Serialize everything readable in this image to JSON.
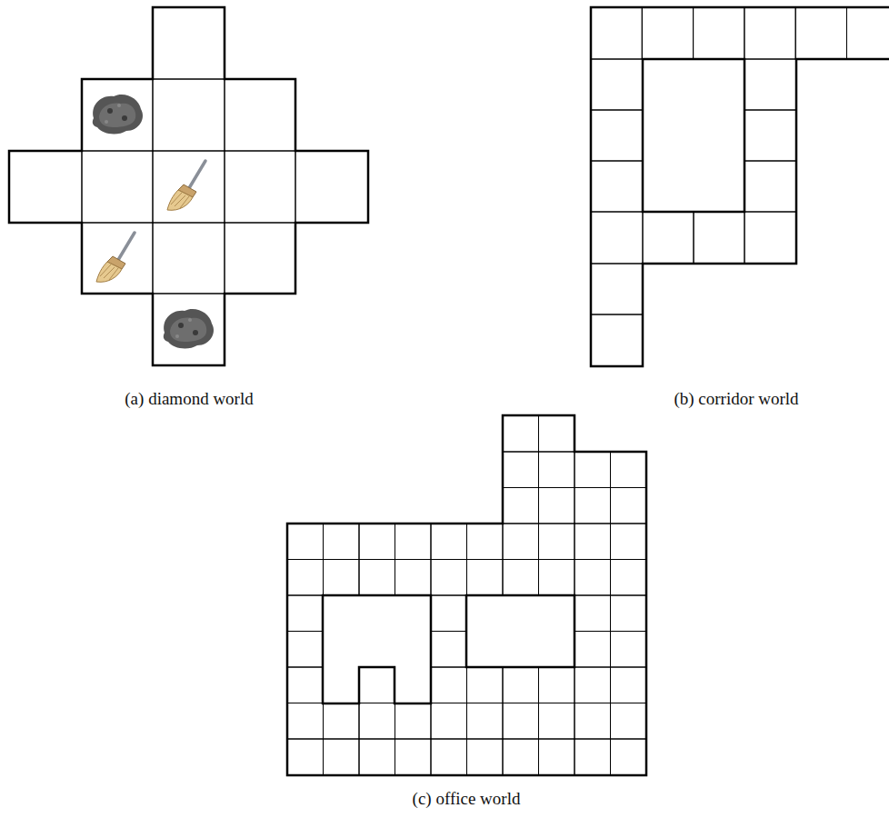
{
  "diagram": {
    "labels": [
      "(a) diamond world",
      "(b) corridor world",
      "(c) office world"
    ]
  }
}
